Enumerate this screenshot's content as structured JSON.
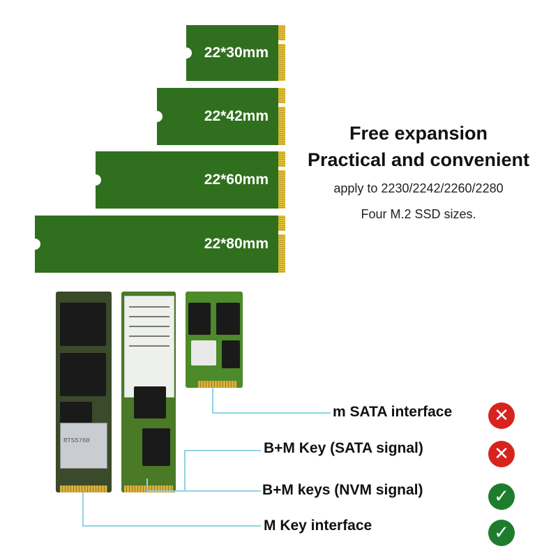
{
  "sizes": [
    {
      "label": "22*30mm"
    },
    {
      "label": "22*42mm"
    },
    {
      "label": "22*60mm"
    },
    {
      "label": "22*80mm"
    }
  ],
  "headline": {
    "line1": "Free expansion",
    "line2": "Practical and convenient",
    "sub1": "apply to 2230/2242/2260/2280",
    "sub2": "Four M.2 SSD sizes."
  },
  "interfaces": [
    {
      "label": "m SATA interface",
      "supported": false,
      "icon": "x-icon"
    },
    {
      "label": "B+M Key (SATA signal)",
      "supported": false,
      "icon": "x-icon"
    },
    {
      "label": "B+M keys (NVM signal)",
      "supported": true,
      "icon": "check-icon"
    },
    {
      "label": "M Key interface",
      "supported": true,
      "icon": "check-icon"
    }
  ],
  "colors": {
    "card_green": "#2f6f1e",
    "callout_line": "#8fd3e6",
    "no": "#d8231d",
    "yes": "#1e7d2c"
  }
}
